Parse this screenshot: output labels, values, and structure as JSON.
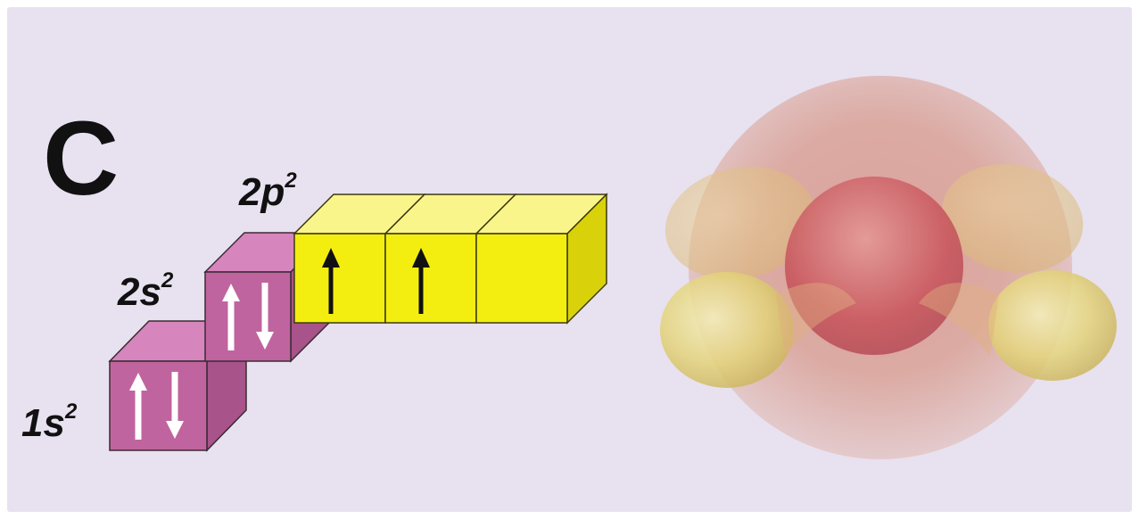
{
  "element": {
    "symbol": "C"
  },
  "levels": [
    {
      "id": "1s",
      "label": "1s",
      "superscript": "2",
      "electrons": [
        "up",
        "down"
      ]
    },
    {
      "id": "2s",
      "label": "2s",
      "superscript": "2",
      "electrons": [
        "up",
        "down"
      ]
    },
    {
      "id": "2p",
      "label": "2p",
      "superscript": "2",
      "orbitals": [
        [
          "up"
        ],
        [
          "up"
        ],
        []
      ]
    }
  ],
  "colors": {
    "background": "#e8e1ef",
    "s_orbital": "#c0649f",
    "p_orbital": "#f4ee10",
    "electron_s": "#ffffff",
    "electron_p": "#111111"
  }
}
